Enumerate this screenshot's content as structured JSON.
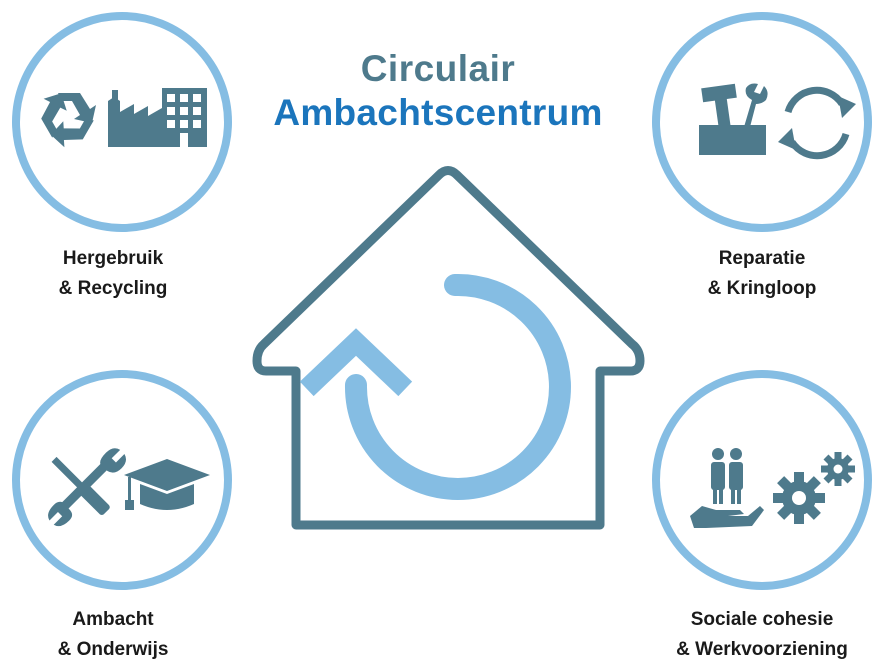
{
  "title": {
    "line1": "Circulair",
    "line2": "Ambachtscentrum"
  },
  "colors": {
    "circle_ring": "#85bde3",
    "icon": "#4e7a8c",
    "house_outline": "#4e7a8c",
    "house_arrow": "#85bde3",
    "title_line1": "#4e7a8c",
    "title_line2": "#1b75bc",
    "caption": "#1a1a1a"
  },
  "sections": [
    {
      "id": "reuse",
      "line1": "Hergebruik",
      "line2": "& Recycling",
      "icons": [
        "recycle-icon",
        "factory-icon",
        "building-icon"
      ]
    },
    {
      "id": "repair",
      "line1": "Reparatie",
      "line2": "& Kringloop",
      "icons": [
        "toolbox-icon",
        "cycle-arrows-icon"
      ]
    },
    {
      "id": "craft",
      "line1": "Ambacht",
      "line2": "& Onderwijs",
      "icons": [
        "crossed-tools-icon",
        "graduation-cap-icon"
      ]
    },
    {
      "id": "social",
      "line1": "Sociale cohesie",
      "line2": "& Werkvoorziening",
      "icons": [
        "people-hand-icon",
        "gears-icon"
      ]
    }
  ],
  "center": {
    "icons": [
      "house-icon",
      "circular-arrow-icon"
    ]
  }
}
